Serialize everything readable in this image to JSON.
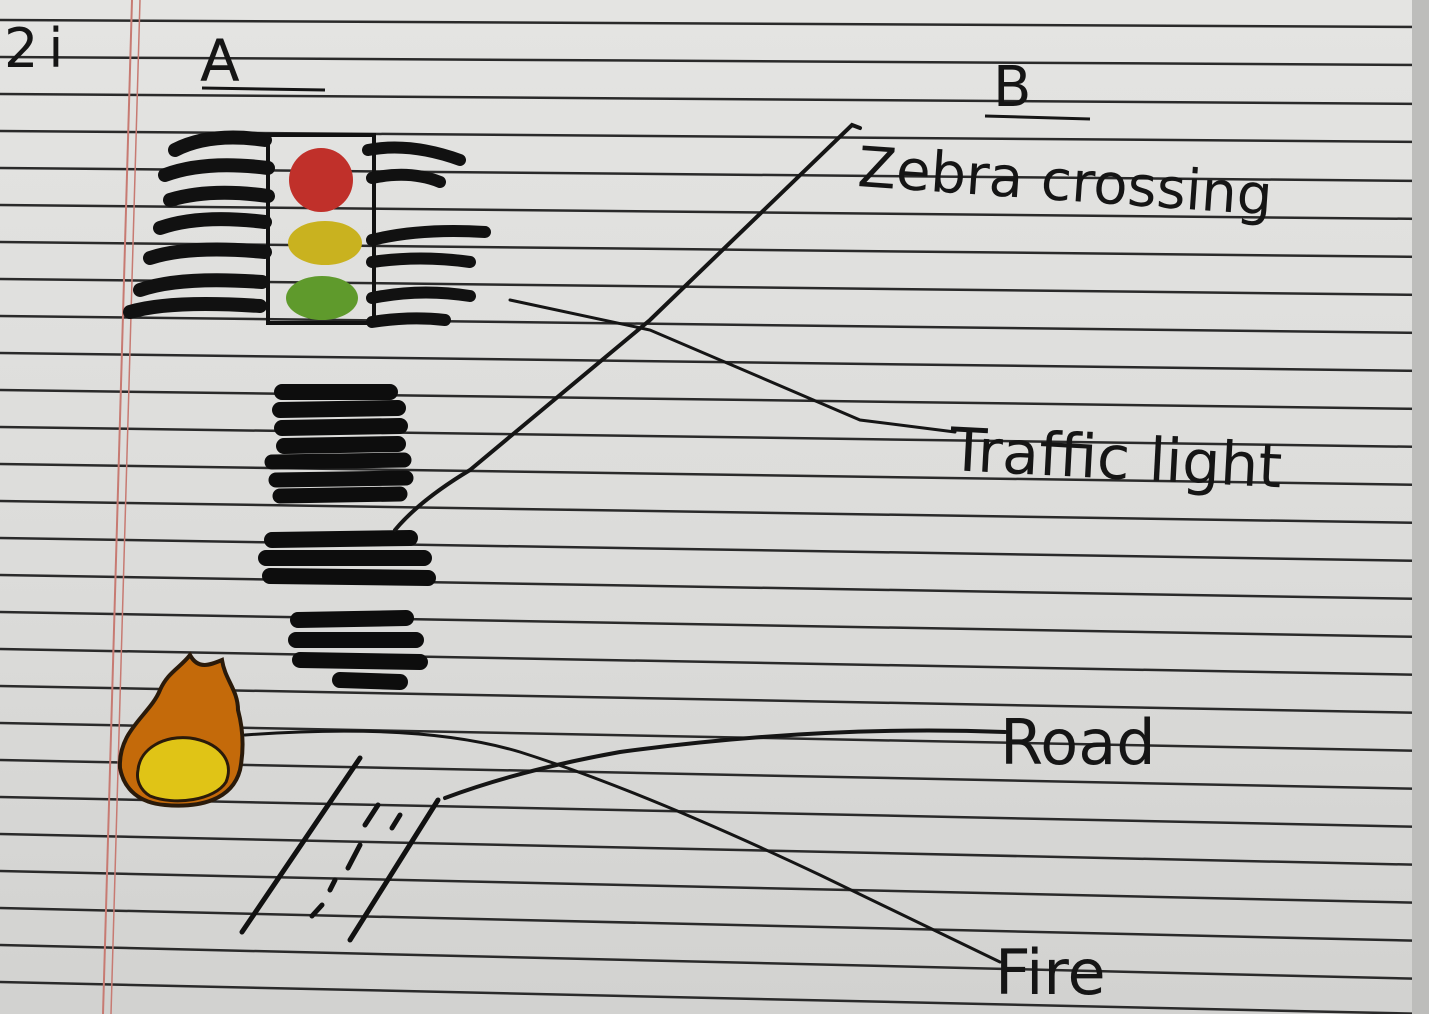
{
  "question": {
    "number": "2i"
  },
  "columns": {
    "a_heading": "A",
    "b_heading": "B"
  },
  "column_a_pictures": [
    {
      "name": "traffic-light-drawing",
      "lamp_colors": [
        "#c0302a",
        "#c9b21f",
        "#5f9a2c"
      ]
    },
    {
      "name": "zebra-crossing-drawing"
    },
    {
      "name": "fire-drawing",
      "colors": [
        "#c46a0a",
        "#e0c416"
      ]
    },
    {
      "name": "road-drawing"
    }
  ],
  "column_b_labels": [
    "Zebra crossing",
    "Traffic light",
    "Road",
    "Fire"
  ],
  "colors": {
    "paper": "#e0e0de",
    "ruled_line": "#2a2a2a",
    "margin_line": "#c77a72",
    "ink": "#151515"
  }
}
